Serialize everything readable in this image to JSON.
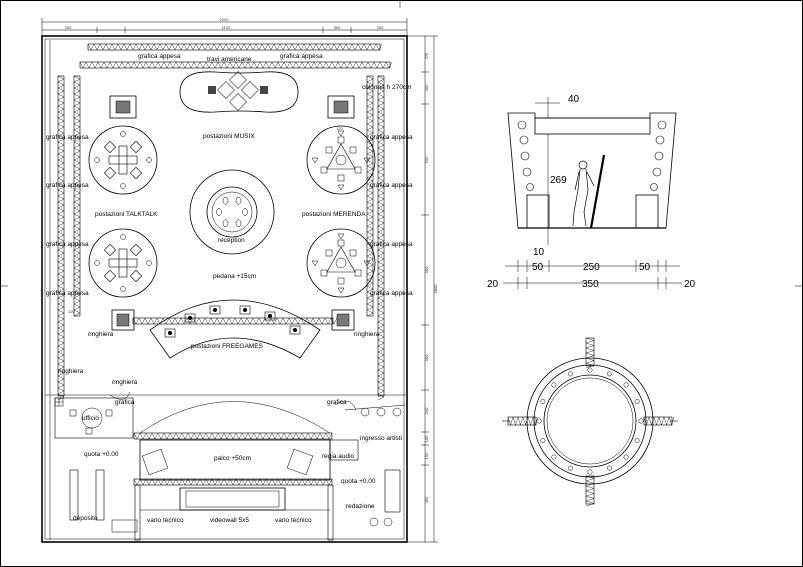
{
  "plan": {
    "labels": {
      "travi_americane": "travi americane",
      "grafica_appesa_top_left": "grafica appesa",
      "grafica_appesa_top_right": "grafica appesa",
      "colonna": "colonna h 270cm",
      "postazioni_musix": "postazioni MUSIX",
      "postazioni_talktalk": "postazioni TALKTALK",
      "postazioni_merenda": "postazioni MERENDA",
      "reception": "reception",
      "pedana": "pedana +15cm",
      "postazioni_freegames": "postazioni FREEGAMES",
      "ringhiera_left": "ringhiera",
      "ringhiera_right": "ringhiera",
      "ringhiera_bottom_left": "ringhiera",
      "ringhiera_center": "ringhiera",
      "grafica_left": "grafica",
      "grafica_right": "grafica",
      "ufficio": "ufficio",
      "ingresso_artisti": "ingresso artisti",
      "quota_left": "quota +0.00",
      "palco": "palco +50cm",
      "regia_audio": "regia audio",
      "quota_right": "quota +0.00",
      "deposito": "deposito",
      "vano_tecnico_left": "vano tecnico",
      "videowall": "videowall 5x5",
      "vano_tecnico_right": "vano tecnico",
      "redazione": "redazione",
      "grafica_appesa_side": "grafica appesa"
    },
    "dims_top": [
      "2000",
      "300",
      "1100",
      "300",
      "300"
    ],
    "dims_right": [
      "375",
      "300",
      "500",
      "300",
      "300",
      "300",
      "300",
      "200",
      "100",
      "100",
      "400"
    ],
    "dim_total_vertical": "2800",
    "dim_small": "120"
  },
  "section": {
    "dim_top": "40",
    "dim_height": "269",
    "dim_base": "10",
    "dims_row1": [
      "50",
      "250",
      "50"
    ],
    "dims_row2": [
      "20",
      "350",
      "20"
    ]
  }
}
